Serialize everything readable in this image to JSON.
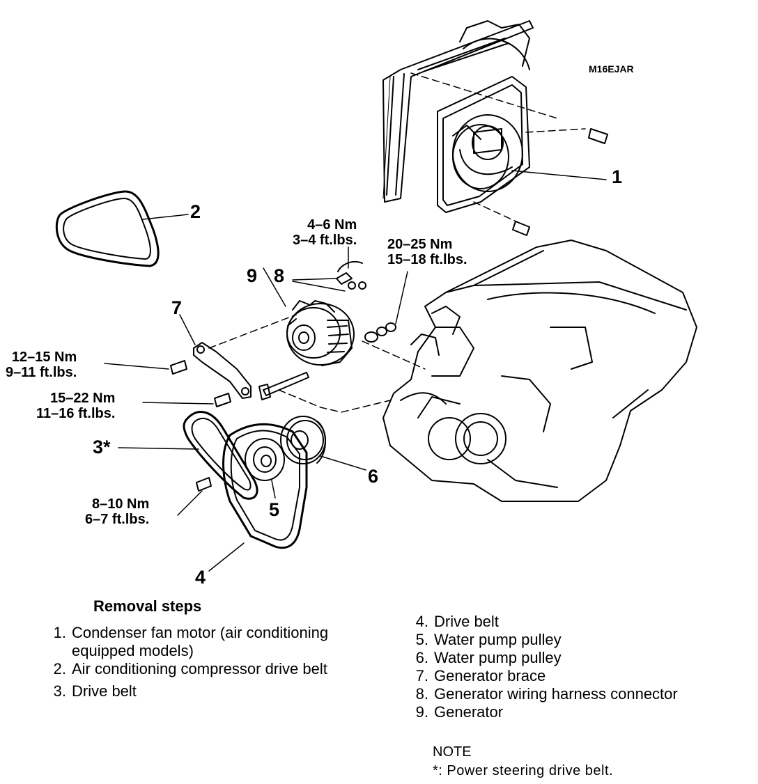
{
  "figure_code": "M16EJAR",
  "callouts": {
    "c1": "1",
    "c2": "2",
    "c3": "3*",
    "c4": "4",
    "c5": "5",
    "c6": "6",
    "c7": "7",
    "c8": "8",
    "c9": "9"
  },
  "torques": {
    "t_4_6": [
      "4–6 Nm",
      "3–4 ft.lbs."
    ],
    "t_20_25": [
      "20–25 Nm",
      "15–18 ft.lbs."
    ],
    "t_12_15": [
      "12–15 Nm",
      "9–11 ft.lbs."
    ],
    "t_15_22": [
      "15–22 Nm",
      "11–16 ft.lbs."
    ],
    "t_8_10": [
      "8–10 Nm",
      "6–7 ft.lbs."
    ]
  },
  "removal": {
    "title": "Removal steps",
    "left": [
      {
        "n": "1.",
        "lines": [
          "Condenser fan motor (air conditioning",
          "equipped models)"
        ]
      },
      {
        "n": "2.",
        "lines": [
          "Air conditioning compressor drive belt"
        ]
      },
      {
        "n": "3.",
        "lines": [
          "Drive belt"
        ]
      }
    ],
    "right": [
      {
        "n": "4.",
        "lines": [
          "Drive belt"
        ]
      },
      {
        "n": "5.",
        "lines": [
          "Water pump pulley"
        ]
      },
      {
        "n": "6.",
        "lines": [
          "Water pump pulley"
        ]
      },
      {
        "n": "7.",
        "lines": [
          "Generator brace"
        ]
      },
      {
        "n": "8.",
        "lines": [
          "Generator wiring harness connector"
        ]
      },
      {
        "n": "9.",
        "lines": [
          "Generator"
        ]
      }
    ]
  },
  "note": {
    "title": "NOTE",
    "text": "*:  Power steering drive belt."
  }
}
